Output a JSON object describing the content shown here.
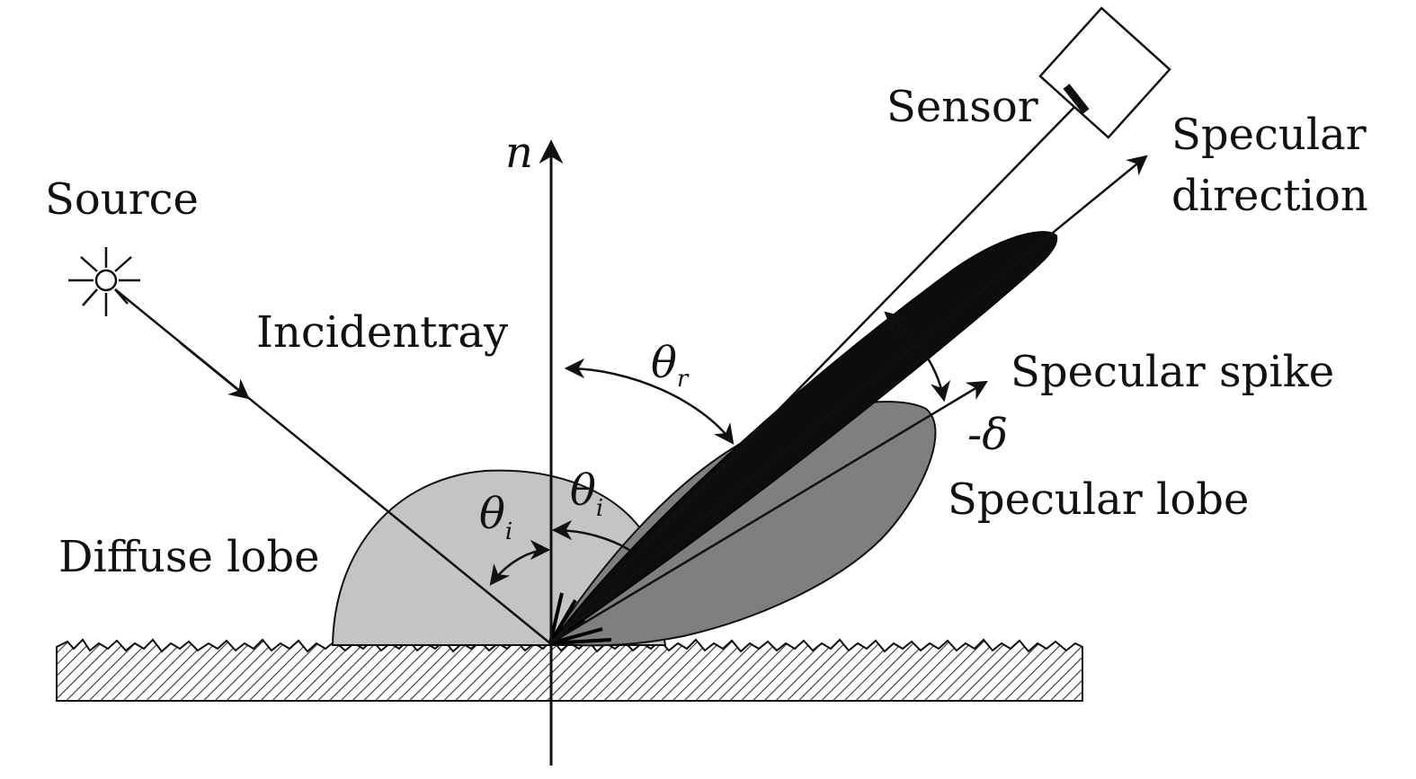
{
  "labels": {
    "source": "Source",
    "incident_ray": "Incidentray",
    "normal": "n",
    "theta": "θ",
    "sub_i": "i",
    "sub_r": "r",
    "sensor": "Sensor",
    "specular_direction_line1": "Specular",
    "specular_direction_line2": "direction",
    "specular_spike": "Specular spike",
    "delta": "-δ",
    "specular_lobe": "Specular lobe",
    "diffuse_lobe": "Diffuse lobe"
  },
  "colors": {
    "ink": "#111111",
    "diffuse_lobe": "#c4c4c4",
    "specular_lobe": "#7f7f7f",
    "specular_spike": "#0d0d0d",
    "surface_hatch": "#333333"
  }
}
